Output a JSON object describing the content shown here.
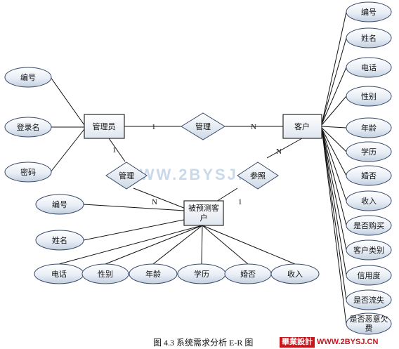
{
  "watermark": "WWW.2BYSJ.CN",
  "caption": "图 4.3 系统需求分析 E-R 图",
  "logo": {
    "badge": "畢業設計",
    "domain": "WWW.2BYSJ.CN"
  },
  "entities": [
    {
      "id": "manager",
      "label": "管理员"
    },
    {
      "id": "customer",
      "label": "客户"
    },
    {
      "id": "predicted",
      "lines": [
        "被预测客",
        "户"
      ]
    }
  ],
  "relations": [
    {
      "id": "manage1",
      "label": "管理"
    },
    {
      "id": "manage2",
      "label": "管理"
    },
    {
      "id": "refer",
      "label": "参照"
    }
  ],
  "attributes": {
    "manager": [
      "编号",
      "登录名",
      "密码"
    ],
    "customer": [
      "编号",
      "姓名",
      "电话",
      "性别",
      "年龄",
      "学历",
      "婚否",
      "收入",
      "是否购买",
      "客户类别",
      "信用度",
      "是否流失",
      [
        "是否恶意欠",
        "费"
      ]
    ],
    "predicted": [
      "编号",
      "姓名",
      "电话",
      "性别",
      "年龄",
      "学历",
      "婚否",
      "收入"
    ]
  },
  "cardinalities": {
    "manager_manage1": "1",
    "manage1_customer": "N",
    "manager_manage2": "1",
    "manage2_predicted": "N",
    "customer_refer": "N",
    "refer_predicted": "1"
  }
}
